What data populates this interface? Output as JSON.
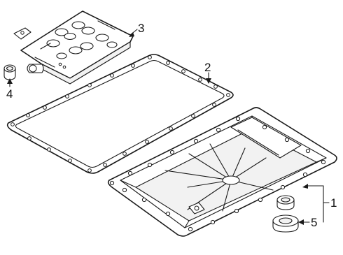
{
  "diagram": {
    "callouts": [
      {
        "id": "c1",
        "label": "1"
      },
      {
        "id": "c2",
        "label": "2"
      },
      {
        "id": "c3",
        "label": "3"
      },
      {
        "id": "c4",
        "label": "4"
      },
      {
        "id": "c5",
        "label": "5"
      }
    ]
  },
  "colors": {
    "line": "#1a1a1a",
    "background": "#ffffff"
  }
}
